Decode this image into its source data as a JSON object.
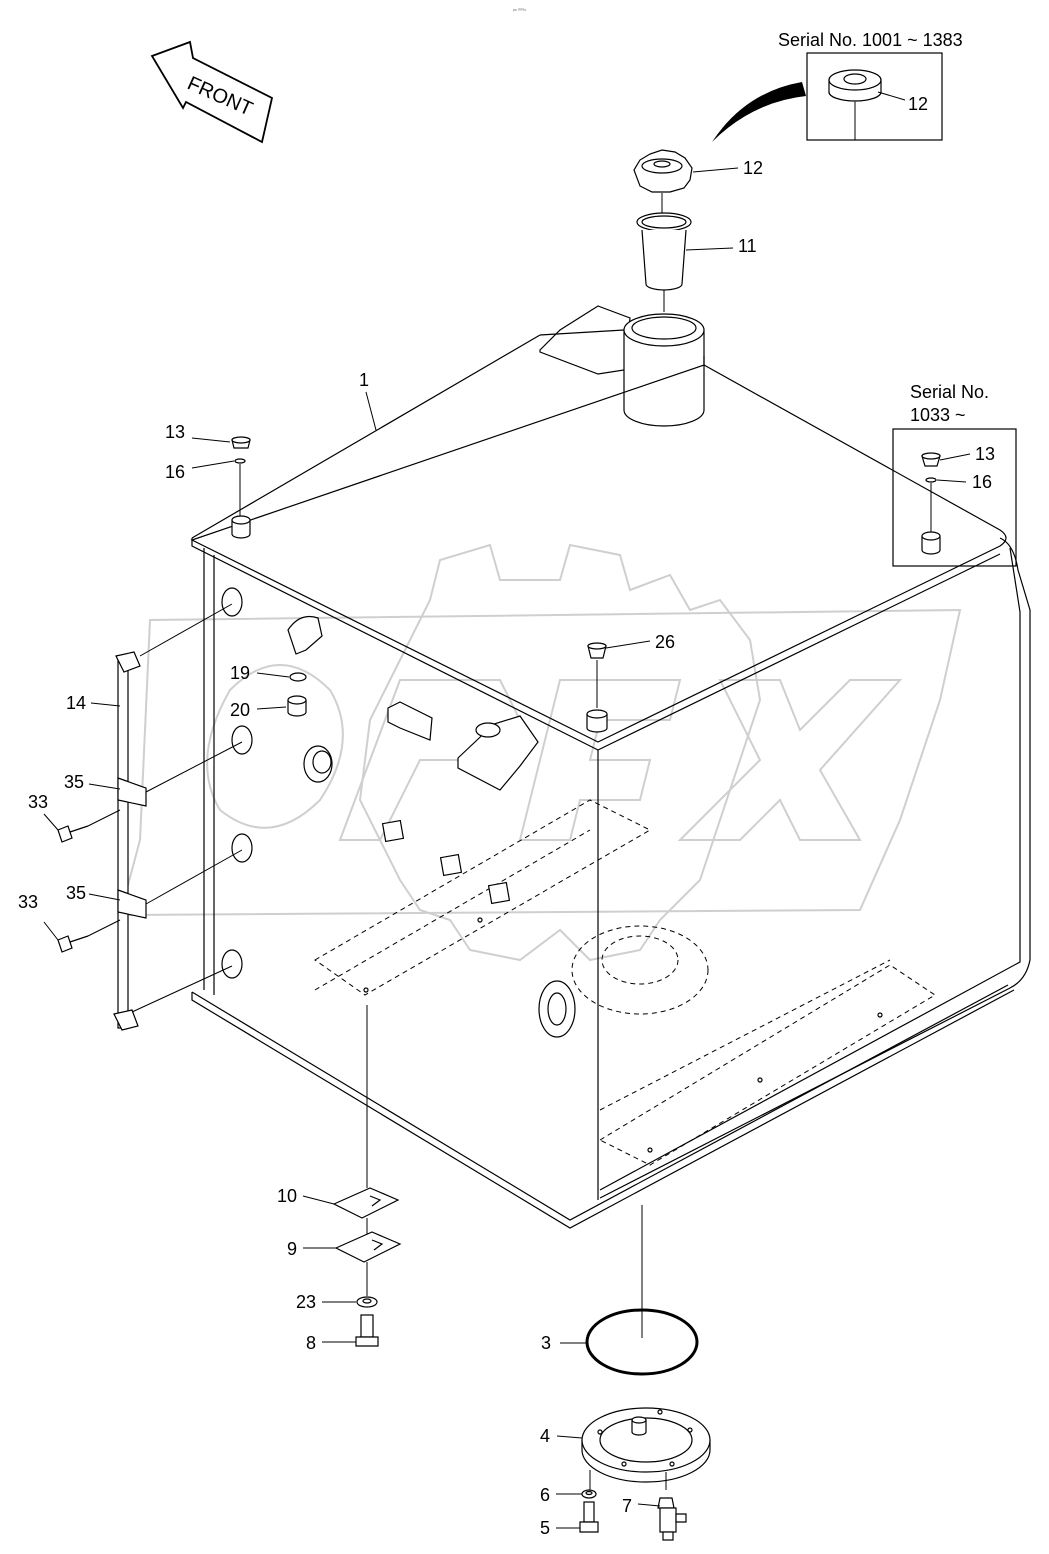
{
  "front_label": "FRONT",
  "tiny_mark": "ᵖᵒ ⁰⁰⁰⁶",
  "serial_boxes": {
    "top": "Serial No. 1001 ~ 1383",
    "right_line1": "Serial No.",
    "right_line2": "1033 ~"
  },
  "callouts": {
    "c12_box": "12",
    "c12": "12",
    "c11": "11",
    "c1": "1",
    "c13_left": "13",
    "c16_left": "16",
    "c13_box": "13",
    "c16_box": "16",
    "c26": "26",
    "c19": "19",
    "c20": "20",
    "c14": "14",
    "c35_upper": "35",
    "c33_upper": "33",
    "c35_lower": "35",
    "c33_lower": "33",
    "c10": "10",
    "c9": "9",
    "c23": "23",
    "c8": "8",
    "c3": "3",
    "c4": "4",
    "c6": "6",
    "c7": "7",
    "c5": "5"
  }
}
